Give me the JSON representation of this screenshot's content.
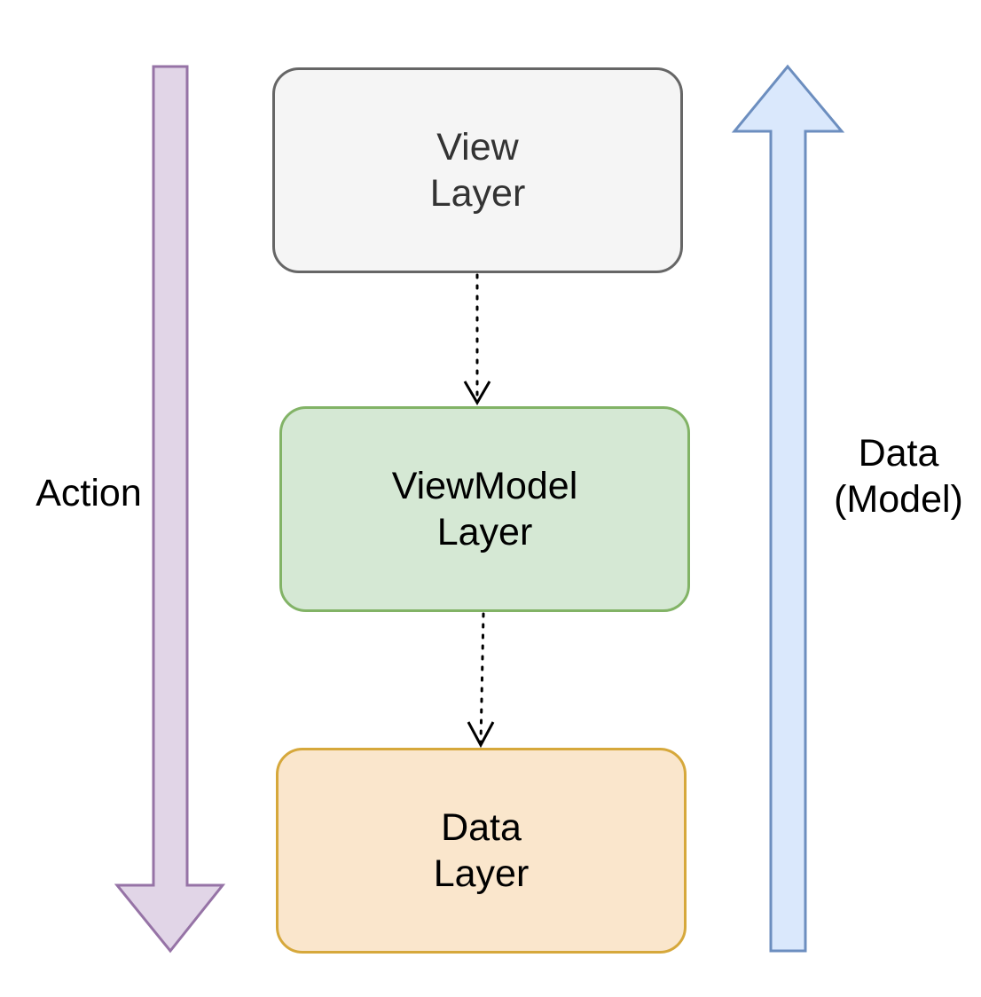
{
  "colors": {
    "action_fill": "#e1d5e7",
    "action_stroke": "#9673a6",
    "data_fill": "#dae8fc",
    "data_stroke": "#6c8ebf",
    "view_fill": "#f5f5f5",
    "view_stroke": "#666666",
    "view_text": "#333333",
    "viewmodel_fill": "#d5e8d4",
    "viewmodel_stroke": "#82b366",
    "datalayer_fill": "#fae6cc",
    "datalayer_stroke": "#d6a83b",
    "connector": "#000000"
  },
  "diagram": {
    "nodes": [
      {
        "id": "view-layer",
        "line1": "View",
        "line2": "Layer"
      },
      {
        "id": "viewmodel-layer",
        "line1": "ViewModel",
        "line2": "Layer"
      },
      {
        "id": "data-layer",
        "line1": "Data",
        "line2": "Layer"
      }
    ],
    "edges": [
      {
        "from": "view-layer",
        "to": "viewmodel-layer",
        "style": "dotted"
      },
      {
        "from": "viewmodel-layer",
        "to": "data-layer",
        "style": "dotted"
      }
    ],
    "flows": {
      "action": {
        "label": "Action",
        "direction": "down"
      },
      "data": {
        "label_line1": "Data",
        "label_line2": "(Model)",
        "direction": "up"
      }
    }
  }
}
